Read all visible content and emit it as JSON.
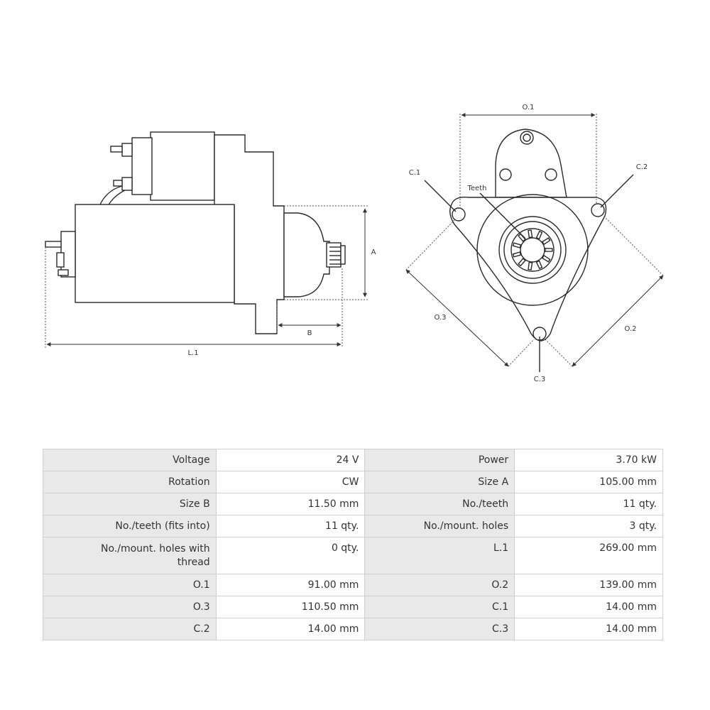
{
  "diagram": {
    "labels": {
      "A": "A",
      "B": "B",
      "L1": "L.1",
      "O1": "O.1",
      "O2": "O.2",
      "O3": "O.3",
      "C1": "C.1",
      "C2": "C.2",
      "C3": "C.3",
      "teeth": "Teeth"
    }
  },
  "specs": {
    "rows": [
      [
        {
          "k": "Voltage",
          "v": "24 V"
        },
        {
          "k": "Power",
          "v": "3.70 kW"
        }
      ],
      [
        {
          "k": "Rotation",
          "v": "CW"
        },
        {
          "k": "Size A",
          "v": "105.00 mm"
        }
      ],
      [
        {
          "k": "Size B",
          "v": "11.50 mm"
        },
        {
          "k": "No./teeth",
          "v": "11 qty."
        }
      ],
      [
        {
          "k": "No./teeth (fits into)",
          "v": "11 qty."
        },
        {
          "k": "No./mount. holes",
          "v": "3 qty."
        }
      ],
      [
        {
          "k": "No./mount. holes with thread",
          "v": "0 qty."
        },
        {
          "k": "L.1",
          "v": "269.00 mm"
        }
      ],
      [
        {
          "k": "O.1",
          "v": "91.00 mm"
        },
        {
          "k": "O.2",
          "v": "139.00 mm"
        }
      ],
      [
        {
          "k": "O.3",
          "v": "110.50 mm"
        },
        {
          "k": "C.1",
          "v": "14.00 mm"
        }
      ],
      [
        {
          "k": "C.2",
          "v": "14.00 mm"
        },
        {
          "k": "C.3",
          "v": "14.00 mm"
        }
      ]
    ]
  }
}
